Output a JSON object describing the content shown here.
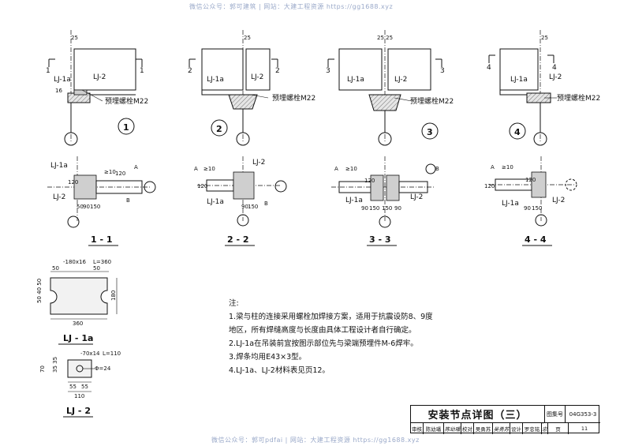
{
  "watermark_top": "微信公众号：郭可建筑 | 网站：大建工程资源 https://gg1688.xyz",
  "watermark_bottom": "微信公众号：郭可pdfai | 网站：大建工程资源 https://gg1688.xyz",
  "details": [
    {
      "circle": "1",
      "section_mark": "1",
      "lj1a": "LJ-1a",
      "lj2": "LJ-2",
      "bolt": "预埋螺栓M22",
      "dim_top": "25",
      "dim_side": "16"
    },
    {
      "circle": "2",
      "section_mark": "2",
      "lj1a": "LJ-1a",
      "lj2": "LJ-2",
      "bolt": "预埋螺栓M22",
      "dim_top": "25"
    },
    {
      "circle": "3",
      "section_mark": "3",
      "lj1a": "LJ-1a",
      "lj2": "LJ-2",
      "bolt": "预埋螺栓M22",
      "dim_top": "25 25"
    },
    {
      "circle": "4",
      "section_mark": "4",
      "lj1a": "LJ-1a",
      "lj2": "LJ-2",
      "bolt": "预埋螺栓M22",
      "dim_top": "25"
    }
  ],
  "sections": [
    {
      "label": "1 - 1",
      "lj1a": "LJ-1a",
      "lj2": "LJ-2",
      "weld": "≥10",
      "marks": [
        "A",
        "B"
      ],
      "dims": [
        "120",
        "120",
        "50",
        "90",
        "150"
      ]
    },
    {
      "label": "2 - 2",
      "lj1a": "LJ-1a",
      "lj2": "LJ-2",
      "weld": "≥10",
      "marks": [
        "A",
        "B"
      ],
      "dims": [
        "120",
        "90",
        "150"
      ]
    },
    {
      "label": "3 - 3",
      "lj1a": "LJ-1a",
      "lj2": "LJ-2",
      "weld": "≥10",
      "marks": [
        "A",
        "B"
      ],
      "dims": [
        "120",
        "90",
        "150",
        "150",
        "90"
      ]
    },
    {
      "label": "4 - 4",
      "lj1a": "LJ-1a",
      "lj2": "LJ-2",
      "weld": "≥10",
      "marks": [
        "A"
      ],
      "dims": [
        "120",
        "120",
        "90",
        "150"
      ]
    }
  ],
  "plate1": {
    "label": "LJ - 1a",
    "spec": "-180x16",
    "length": "L=360",
    "d50a": "50",
    "d50b": "50",
    "d180": "180",
    "d360": "360",
    "side": "50 40 50"
  },
  "plate2": {
    "label": "LJ - 2",
    "spec": "-70x14",
    "length": "L=110",
    "hole": "Φ=24",
    "d70": "70",
    "side": "35 35",
    "d55a": "55",
    "d55b": "55",
    "d110": "110"
  },
  "notes": {
    "heading": "注:",
    "lines": [
      "1.梁与柱的连接采用螺栓加焊接方案，适用于抗震设防8、9度",
      "地区，所有焊缝高度与长度由具体工程设计者自行确定。",
      "2.LJ-1a在吊装前宜按图示部位先与梁端预埋件M-6焊牢。",
      "3.焊条均用E43×3型。",
      "4.LJ-1a、LJ-2材料表见页12。"
    ]
  },
  "title_block": {
    "title": "安装节点详图（三）",
    "atlas_label": "图集号",
    "atlas_no": "04G353-3",
    "page_label": "页",
    "page_no": "11",
    "row": [
      "审核",
      "陈幼璠",
      "陈幼璠",
      "校对",
      "吴勇苏",
      "吴勇苏",
      "设计",
      "罗忠铭",
      "罗忠铭"
    ]
  }
}
